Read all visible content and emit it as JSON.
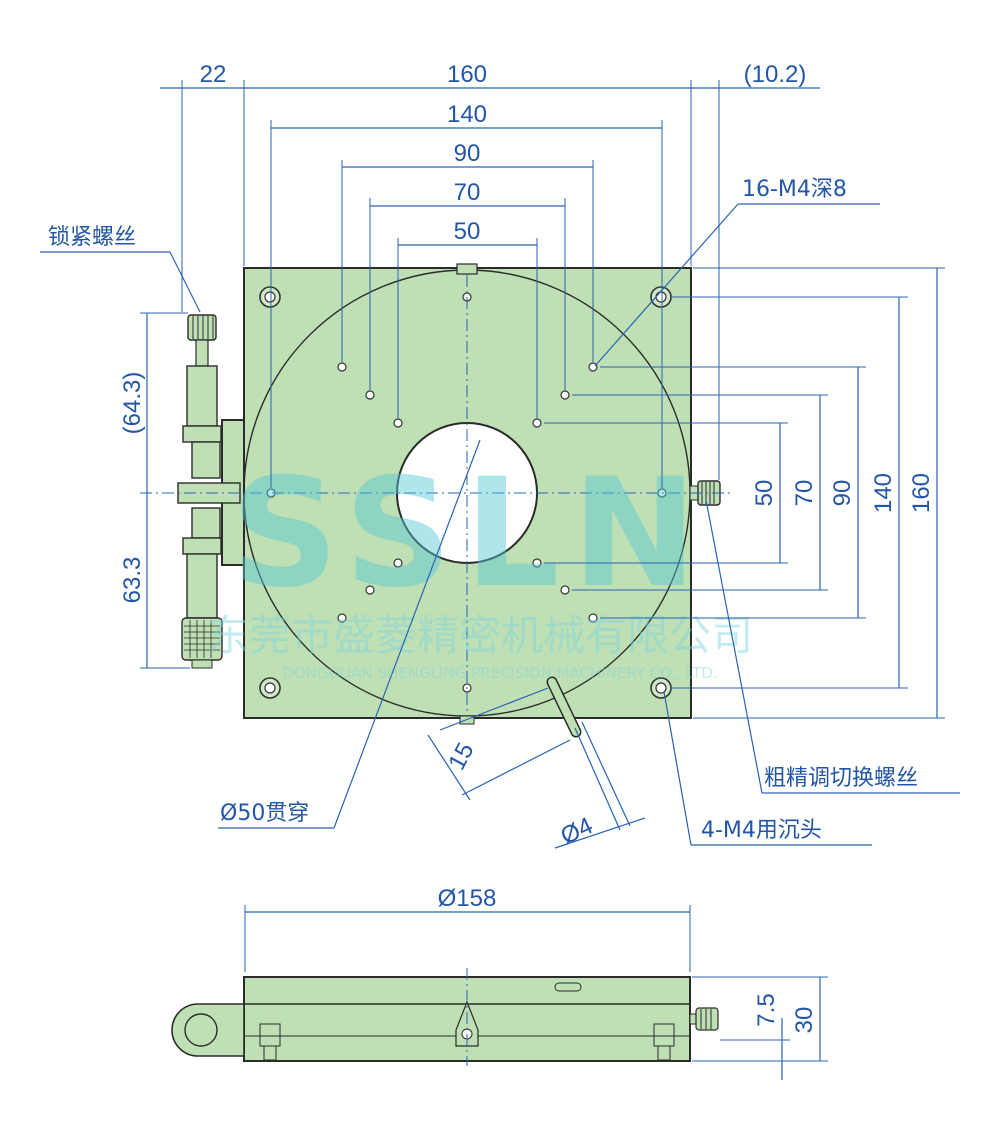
{
  "dimensions": {
    "top": {
      "d22": "22",
      "d160": "160",
      "d10_2": "(10.2)",
      "d140": "140",
      "d90": "90",
      "d70": "70",
      "d50": "50"
    },
    "left": {
      "d64_3": "(64.3)",
      "d63_3": "63.3"
    },
    "right": {
      "d50": "50",
      "d70": "70",
      "d90": "90",
      "d140": "140",
      "d160": "160"
    },
    "bottom": {
      "d15": "15",
      "d4": "Ø4"
    },
    "side": {
      "d158": "Ø158",
      "d7_5": "7.5",
      "d30": "30"
    }
  },
  "notes": {
    "lock_screw": "锁紧螺丝",
    "tapped_holes": "16-M4深8",
    "through_hole": "Ø50贯穿",
    "adjust_screw": "粗精调切换螺丝",
    "counterbore": "4-M4用沉头"
  },
  "watermark": {
    "logo": "SSLN",
    "company": "东莞市盛菱精密机械有限公司",
    "company_en": "DONGGUAN SHENGLING PRECISION MACHINERY CO., LTD."
  },
  "colors": {
    "body": "#bfe0b4",
    "dimension": "#2a63b3",
    "watermark": "#55c7d6"
  }
}
